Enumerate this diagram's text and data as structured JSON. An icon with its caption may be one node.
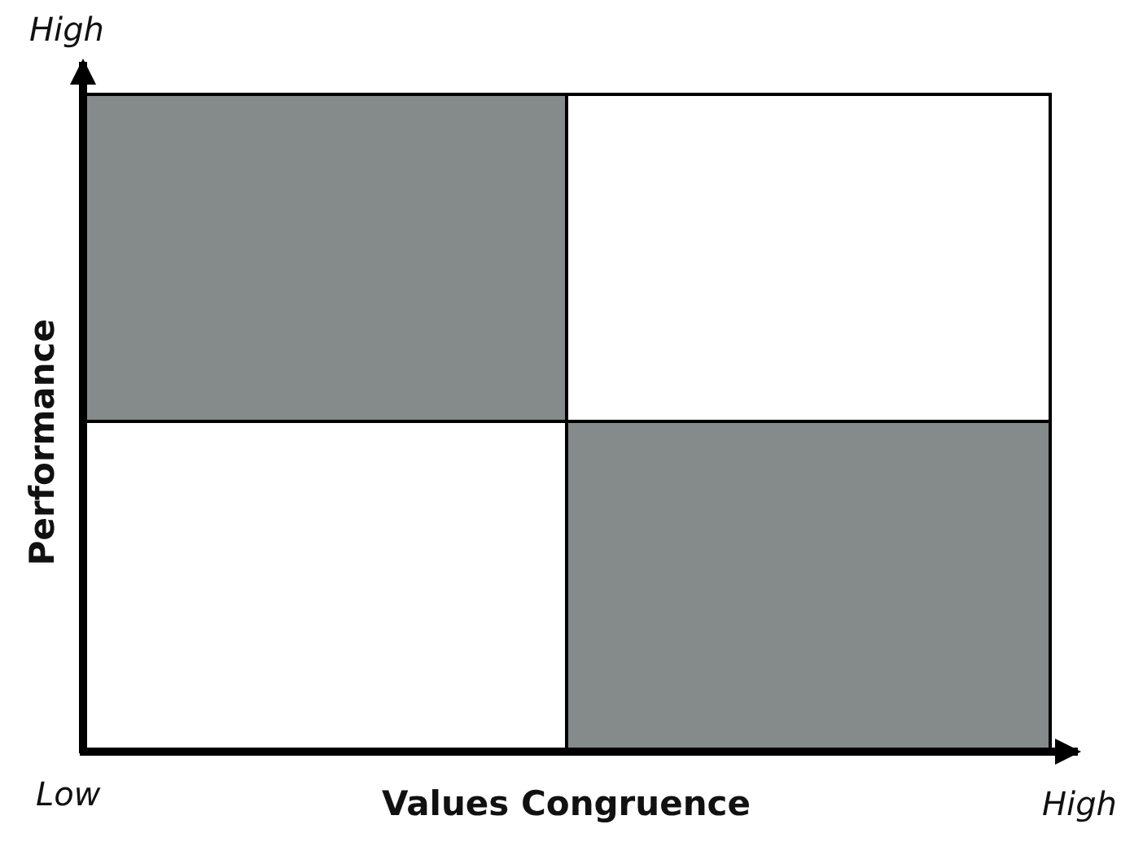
{
  "diagram": {
    "labels": [
      "High",
      "Performance",
      "Low",
      "Values Congruence",
      "High"
    ]
  }
}
